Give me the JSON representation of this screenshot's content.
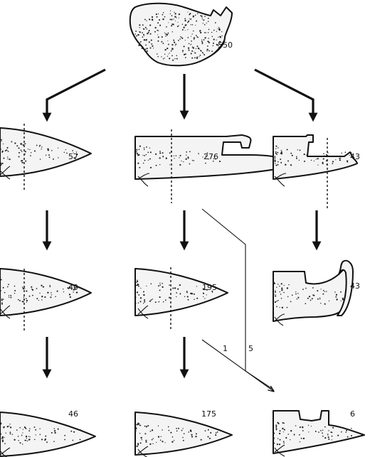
{
  "colors": {
    "ink": "#111111",
    "background": "#ffffff",
    "shape_fill": "#f4f4f4"
  },
  "source": {
    "count": "550",
    "icon": "blob-shape-icon"
  },
  "rows": [
    [
      {
        "count": "57",
        "shape": "tip-pointed"
      },
      {
        "count": "276",
        "shape": "tip-notched"
      },
      {
        "count": "43",
        "shape": "tip-deep-notch"
      }
    ],
    [
      {
        "count": "49",
        "shape": "tip-pointed"
      },
      {
        "count": "195",
        "shape": "tip-pointed"
      },
      {
        "count": "43",
        "shape": "tip-curled-hook"
      }
    ],
    [
      {
        "count": "46",
        "shape": "tip-pointed"
      },
      {
        "count": "175",
        "shape": "tip-pointed"
      },
      {
        "count": "6",
        "shape": "tip-notched"
      }
    ]
  ],
  "flow_labels": {
    "from_row2_middle": "1",
    "from_row1_middle": "5"
  }
}
